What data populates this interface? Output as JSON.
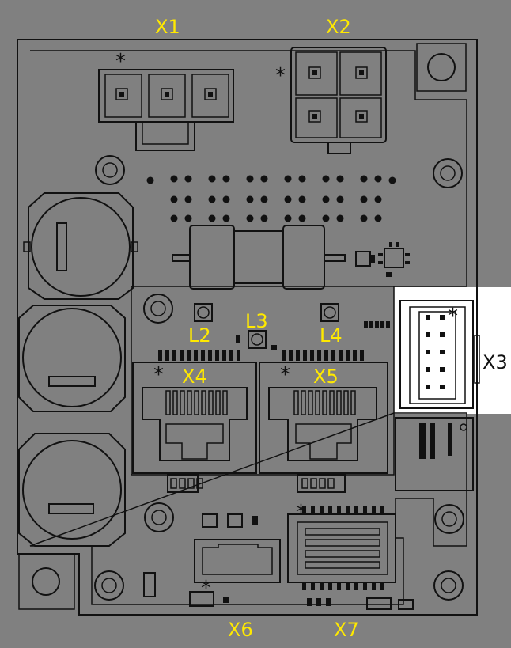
{
  "labels": {
    "x1": "X1",
    "x2": "X2",
    "x3": "X3",
    "x4": "X4",
    "x5": "X5",
    "x6": "X6",
    "x7": "X7",
    "l2": "L2",
    "l3": "L3",
    "l4": "L4"
  },
  "pin1_marker": "*",
  "colors": {
    "background": "#808080",
    "label": "#ffe900",
    "outline": "#111111",
    "highlight": "#ffffff"
  }
}
